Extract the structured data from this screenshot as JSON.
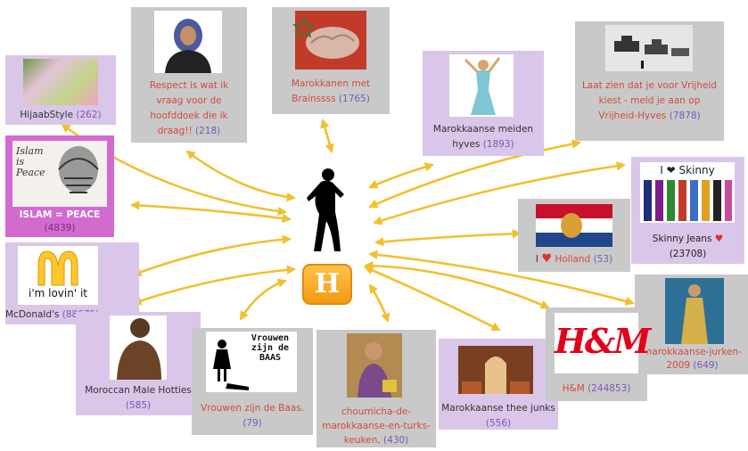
{
  "colors": {
    "arrow": "#f2c02e",
    "count": "#7a58b8",
    "red_text": "#d24b3d",
    "hub": "#f29a12"
  },
  "hub": {
    "logo_letter": "H",
    "icon": "silhouette-person-icon"
  },
  "nodes": {
    "hijaab": {
      "name": "HijaabStyle",
      "count": "(262)"
    },
    "respect": {
      "name": "Respect is wat ik vraag voor de hoofddoek die ik draag!!",
      "count": "(218)"
    },
    "brainssss": {
      "name": "Marokkanen met Brainssss",
      "count": "(1765)"
    },
    "meiden": {
      "name": "Marokkaanse meiden hyves",
      "count": "(1893)"
    },
    "vrijheid": {
      "name": "Laat zien dat je voor Vrijheid kiest - meld je aan op Vrijheid-Hyves",
      "count": "(7878)"
    },
    "islam": {
      "name": "ISLAM = PEACE",
      "count": "(4839)",
      "thumb_text": "Islam is Peace"
    },
    "skinny": {
      "thumb_text": "I ❤ Skinny",
      "name": "Skinny Jeans",
      "count": "(23708)"
    },
    "holland": {
      "prefix": "I",
      "name": "Holland",
      "count": "(53)"
    },
    "mcdonalds": {
      "thumb_text": "i'm lovin' it",
      "name": "McDonald's",
      "count": "(88675)"
    },
    "jurken": {
      "name": "marokkaanse-jurken-2009",
      "count": "(649)"
    },
    "hotties": {
      "name": "Moroccan Male Hotties",
      "count": "(585)"
    },
    "baas": {
      "thumb_text": "Vrouwen zijn de BAAS",
      "name": "Vrouwen zijn de Baas.",
      "count": "(79)"
    },
    "choumicha": {
      "name": "choumicha-de-marokkaanse-en-turks-keuken,",
      "count": "(430)"
    },
    "thee": {
      "name": "Marokkaanse thee junks",
      "count": "(556)"
    },
    "hm": {
      "thumb_text": "H&M",
      "name": "H&M",
      "count": "(244853)"
    }
  }
}
